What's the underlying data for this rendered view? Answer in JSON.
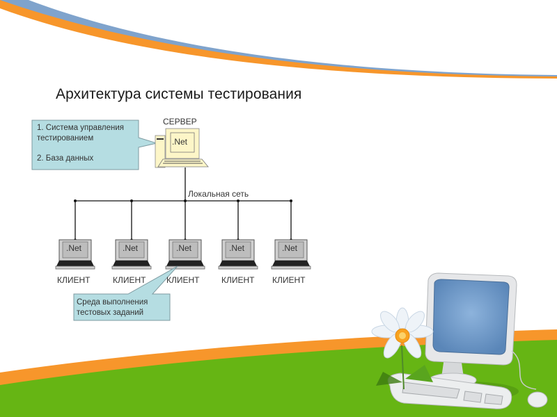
{
  "slide": {
    "title": "Архитектура системы тестирования",
    "colors": {
      "orange": "#f7962b",
      "blue_band": "#7fa3cc",
      "green": "#66b514",
      "callout_fill": "#b5dde2",
      "callout_border": "#7e9aa0"
    }
  },
  "diagram": {
    "server": {
      "label": "СЕРВЕР",
      "screen_text": ".Net"
    },
    "server_callout": {
      "line1": "1. Система управления",
      "line2": "тестированием",
      "line3": "2. База данных"
    },
    "network_label": "Локальная сеть",
    "clients": [
      {
        "label": "КЛИЕНТ",
        "screen_text": ".Net"
      },
      {
        "label": "КЛИЕНТ",
        "screen_text": ".Net"
      },
      {
        "label": "КЛИЕНТ",
        "screen_text": ".Net"
      },
      {
        "label": "КЛИЕНТ",
        "screen_text": ".Net"
      },
      {
        "label": "КЛИЕНТ",
        "screen_text": ".Net"
      }
    ],
    "client_callout": {
      "line1": "Среда выполнения",
      "line2": "тестовых заданий"
    }
  }
}
